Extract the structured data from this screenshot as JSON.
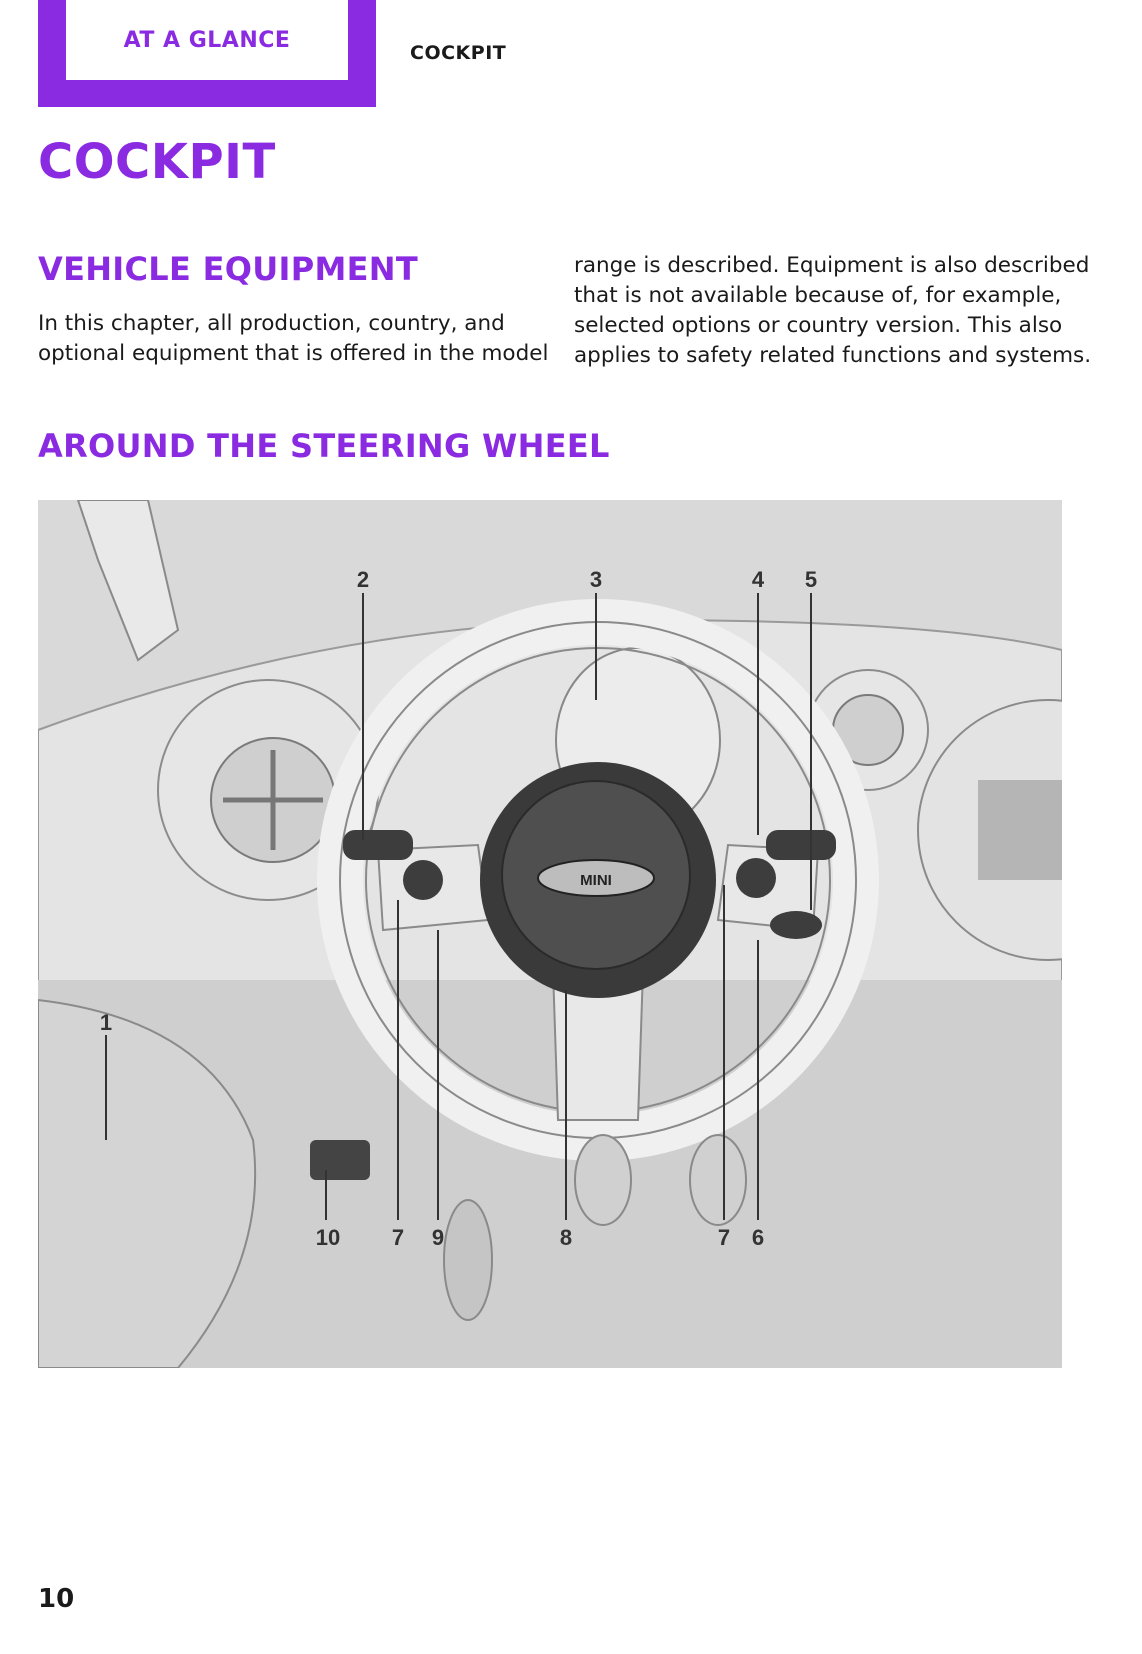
{
  "header": {
    "tab_label": "AT A GLANCE",
    "section": "COCKPIT"
  },
  "title": "COCKPIT",
  "vehicle_equipment": {
    "heading": "VEHICLE EQUIPMENT",
    "col1_line1": "In this chapter, all production, country, and",
    "col1_line2": "optional equipment that is offered in the model",
    "col2_line1": "range is described. Equipment is also described",
    "col2_line2": "that is not available because of, for example,",
    "col2_line3": "selected options or country version. This also",
    "col2_line4": "applies to safety related functions and systems."
  },
  "steering": {
    "heading": "AROUND THE STEERING WHEEL",
    "badge": "MINI",
    "callouts": [
      "1",
      "2",
      "3",
      "4",
      "5",
      "6",
      "7",
      "7",
      "8",
      "9",
      "10"
    ]
  },
  "page_number": "10",
  "colors": {
    "accent": "#8a2be2"
  }
}
